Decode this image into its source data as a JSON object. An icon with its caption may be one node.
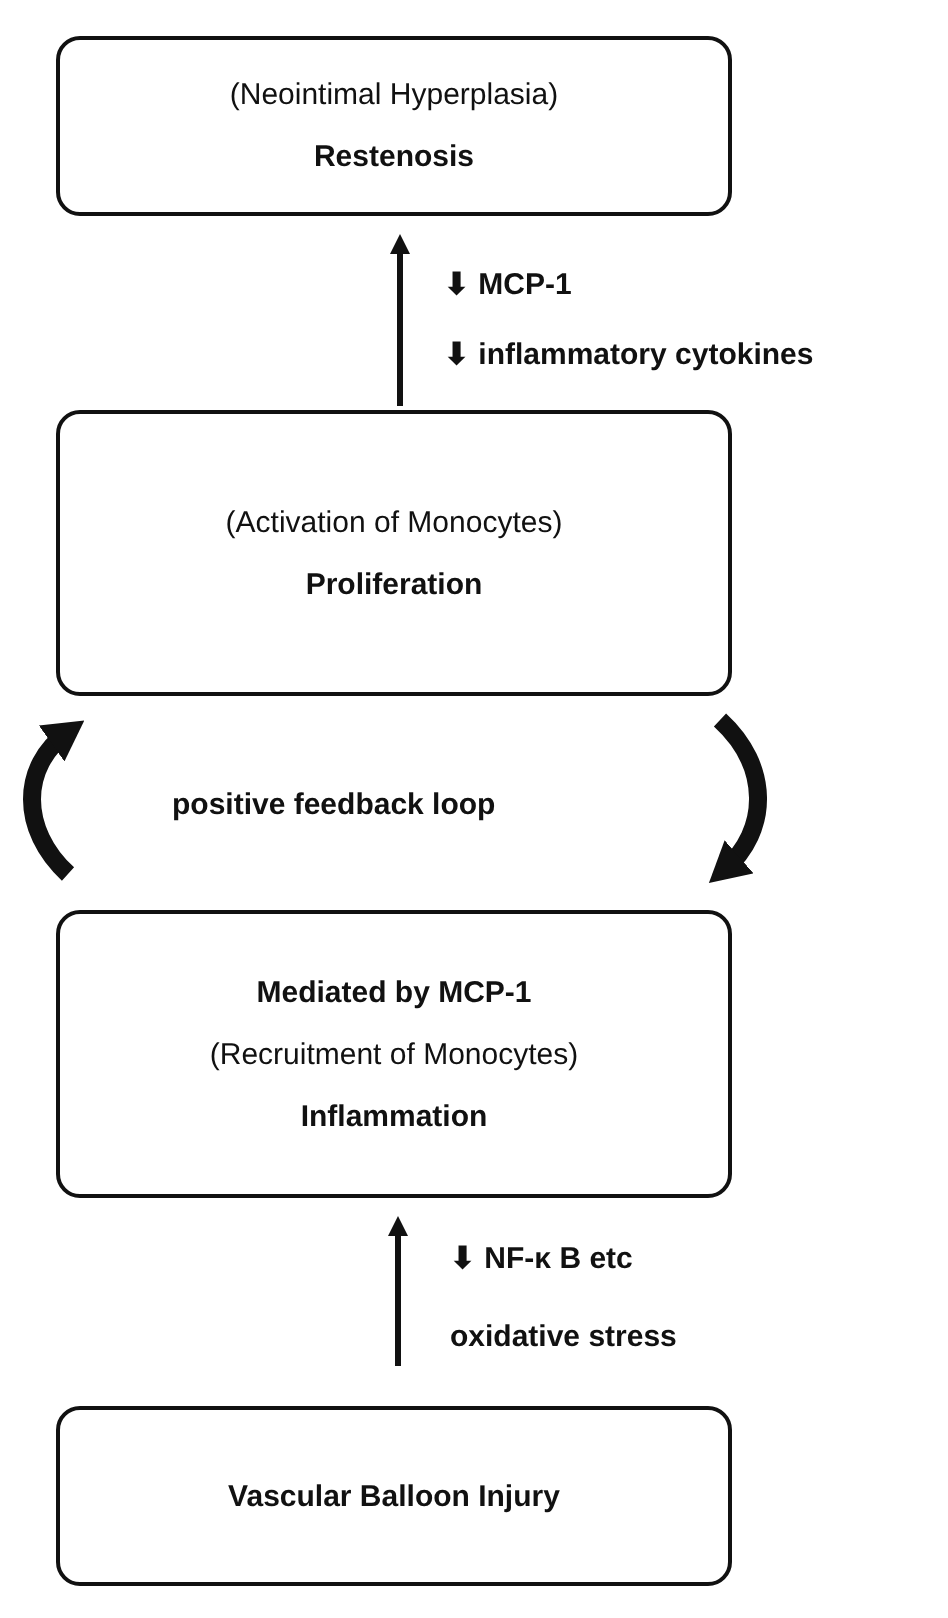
{
  "diagram": {
    "nodes": [
      {
        "text": [
          "(Neointimal Hyperplasia)",
          "Restenosis"
        ]
      },
      {
        "text": [
          "(Activation of Monocytes)",
          "Proliferation"
        ]
      },
      {
        "text": [
          "Mediated by MCP-1",
          "(Recruitment of Monocytes)",
          "Inflammation"
        ]
      },
      {
        "text": [
          "Vascular Balloon Injury"
        ]
      }
    ],
    "edges": [
      {
        "from": 1,
        "to": 0,
        "arrow": "to"
      },
      {
        "from": 2,
        "to": 1,
        "arrow": "to",
        "style": "thick"
      },
      {
        "from": 1,
        "to": 2,
        "arrow": "to",
        "style": "thick"
      },
      {
        "from": 3,
        "to": 2,
        "arrow": "to"
      }
    ],
    "labels": [
      "⬇ MCP-1",
      "⬇ inflammatory cytokines",
      "positive feedback loop",
      "⬇ NF-κ B etc",
      "oxidative stress"
    ]
  }
}
